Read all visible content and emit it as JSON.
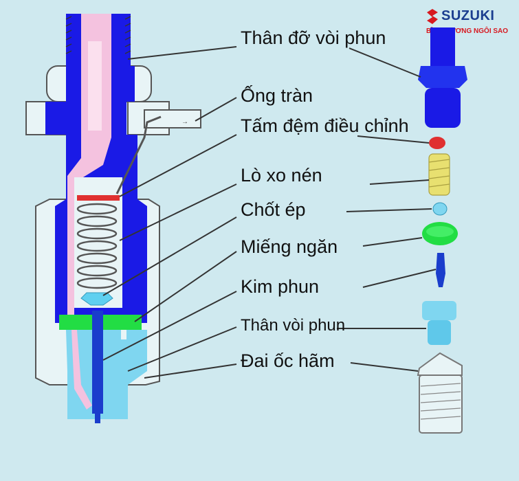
{
  "brand": {
    "name": "SUZUKI",
    "tagline": "BÌNH DƯƠNG NGÔI SAO",
    "accent": "#d71920",
    "primary": "#1a3d8f"
  },
  "colors": {
    "background": "#cfe9ef",
    "body_blue": "#1a1ae6",
    "pink": "#f4c2df",
    "green": "#22dd44",
    "cyan": "#7fd6f0",
    "yellow": "#e8e070",
    "red": "#e03030"
  },
  "labels": [
    {
      "id": "than-do-voi-phun",
      "text": "Thân đỡ vòi phun"
    },
    {
      "id": "ong-tran",
      "text": "Ống tràn"
    },
    {
      "id": "tam-dem-dieu-chinh",
      "text": "Tấm đệm điều chỉnh"
    },
    {
      "id": "lo-xo-nen",
      "text": "Lò xo nén"
    },
    {
      "id": "chot-ep",
      "text": "Chốt ép"
    },
    {
      "id": "mieng-ngan",
      "text": "Miếng ngăn"
    },
    {
      "id": "kim-phun",
      "text": "Kim phun"
    },
    {
      "id": "than-voi-phun",
      "text": "Thân vòi phun"
    },
    {
      "id": "dai-oc-ham",
      "text": "Đai ốc hãm"
    }
  ]
}
